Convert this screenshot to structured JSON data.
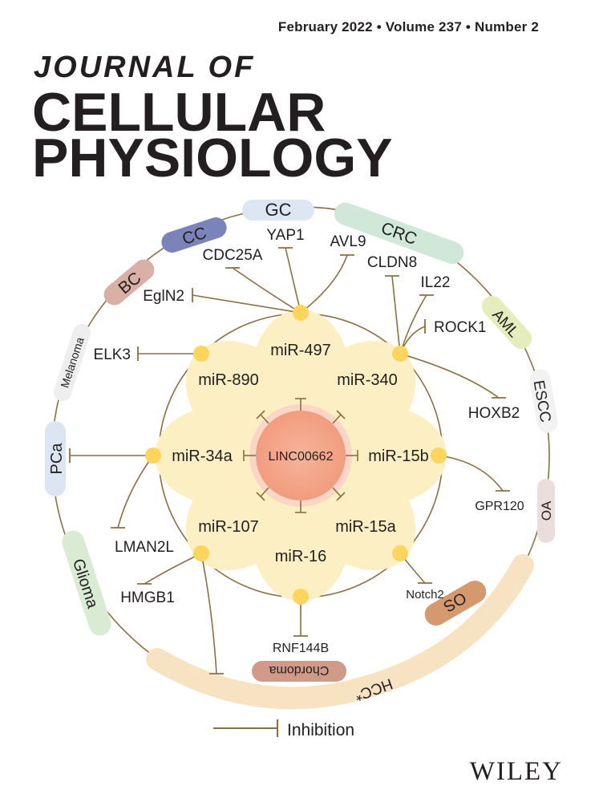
{
  "header": {
    "issue": "February 2022 • Volume 237 • Number 2",
    "journal_line1": "JOURNAL OF",
    "journal_line2": "CELLULAR",
    "journal_line3": "PHYSIOLOGY"
  },
  "diagram": {
    "center": "LINC00662",
    "mirnas": [
      "miR-497",
      "miR-340",
      "miR-15b",
      "miR-15a",
      "miR-16",
      "miR-107",
      "miR-34a",
      "miR-890"
    ],
    "targets": [
      "CDC25A",
      "YAP1",
      "AVL9",
      "EglN2",
      "CLDN8",
      "IL22",
      "ROCK1",
      "HOXB2",
      "GPR120",
      "Notch2",
      "RNF144B",
      "HMGB1",
      "LMAN2L",
      "ELK3"
    ],
    "cancers": [
      "GC",
      "CC",
      "CRC",
      "BC",
      "AML",
      "Melanoma",
      "ESCC",
      "PCa",
      "OA",
      "Glioma",
      "OS",
      "Chordoma",
      "HCC*"
    ],
    "legend": "Inhibition",
    "colors": {
      "petal": "#fcefc4",
      "center": "#f4a98c",
      "dot": "#fdd55d",
      "line": "#8a7040"
    }
  },
  "footer": {
    "publisher": "WILEY"
  }
}
